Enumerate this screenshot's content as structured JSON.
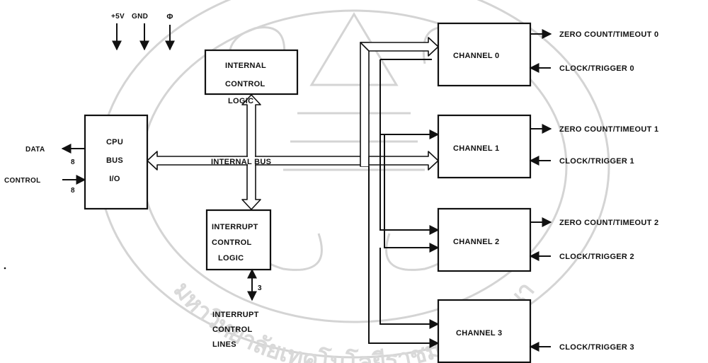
{
  "supply": {
    "vcc": "+5V",
    "gnd": "GND",
    "phi": "Φ"
  },
  "cpu": {
    "line1": "CPU",
    "line2": "BUS",
    "line3": "I/O"
  },
  "ports": {
    "data": "DATA",
    "control": "CONTROL",
    "data_width": "8",
    "control_width": "8"
  },
  "internal_control": {
    "line1": "INTERNAL",
    "line2": "CONTROL",
    "line3": "LOGIC"
  },
  "interrupt_control": {
    "line1": "INTERRUPT",
    "line2": "CONTROL",
    "line3": "LOGIC"
  },
  "interrupt_lines": {
    "width": "3",
    "line1": "INTERRUPT",
    "line2": "CONTROL",
    "line3": "LINES"
  },
  "bus_label": "INTERNAL BUS",
  "channels": [
    {
      "name": "CHANNEL 0",
      "out": "ZERO COUNT/TIMEOUT 0",
      "in": "CLOCK/TRIGGER 0"
    },
    {
      "name": "CHANNEL 1",
      "out": "ZERO COUNT/TIMEOUT 1",
      "in": "CLOCK/TRIGGER 1"
    },
    {
      "name": "CHANNEL 2",
      "out": "ZERO COUNT/TIMEOUT 2",
      "in": "CLOCK/TRIGGER 2"
    },
    {
      "name": "CHANNEL 3",
      "in": "CLOCK/TRIGGER 3"
    }
  ],
  "watermark": {
    "text": "มหาวิทยาลัยเทคโนโลยีราชมงคลล้านนา"
  }
}
